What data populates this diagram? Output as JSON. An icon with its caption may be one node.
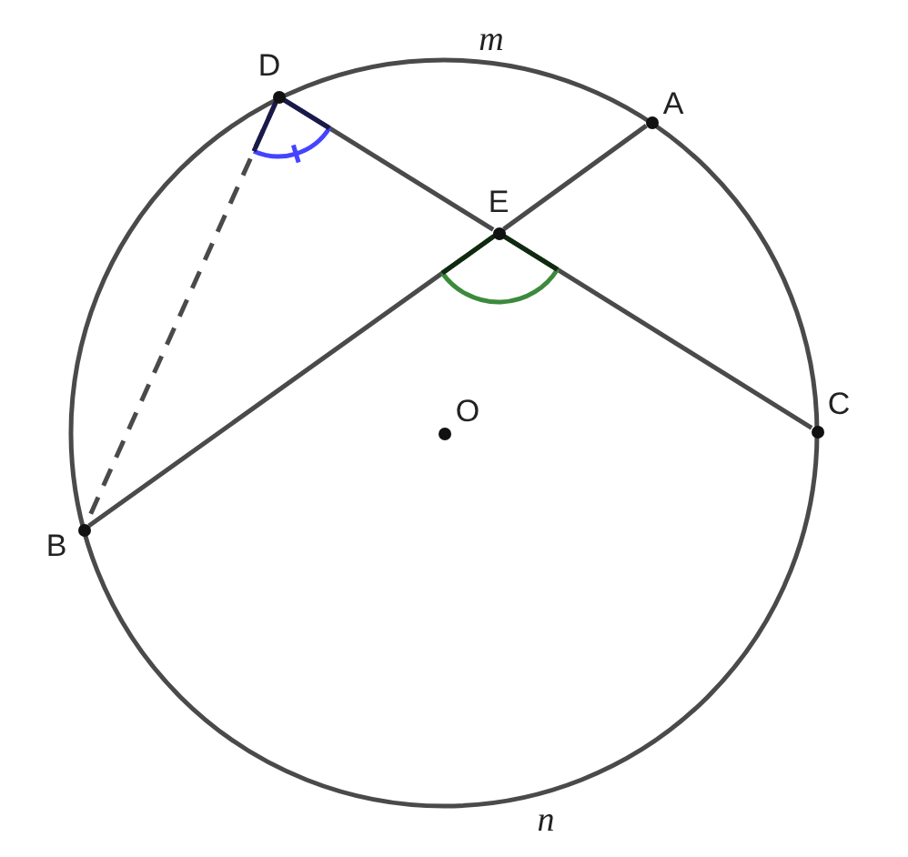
{
  "diagram": {
    "nodes": [
      {
        "text": [],
        "shape": "circle",
        "beside": [
          "B"
        ]
      },
      {
        "text": [],
        "shape": "circle",
        "beside": [
          "D"
        ]
      },
      {
        "text": [],
        "shape": "circle",
        "beside": [
          "O"
        ]
      },
      {
        "text": [],
        "shape": "circle",
        "beside": [
          "E"
        ]
      },
      {
        "text": [],
        "shape": "circle",
        "beside": [
          "A"
        ]
      },
      {
        "text": [],
        "shape": "circle",
        "beside": [
          "C"
        ]
      }
    ],
    "edges": [
      {
        "from": 1,
        "to": 3,
        "arrow": "none"
      },
      {
        "from": 3,
        "to": 5,
        "arrow": "none"
      },
      {
        "from": 4,
        "to": 3,
        "arrow": "none"
      },
      {
        "from": 3,
        "to": 0,
        "arrow": "none"
      },
      {
        "from": 1,
        "to": 0,
        "arrow": "none",
        "style": "dashed"
      }
    ],
    "labels": [
      "m",
      "n"
    ]
  }
}
